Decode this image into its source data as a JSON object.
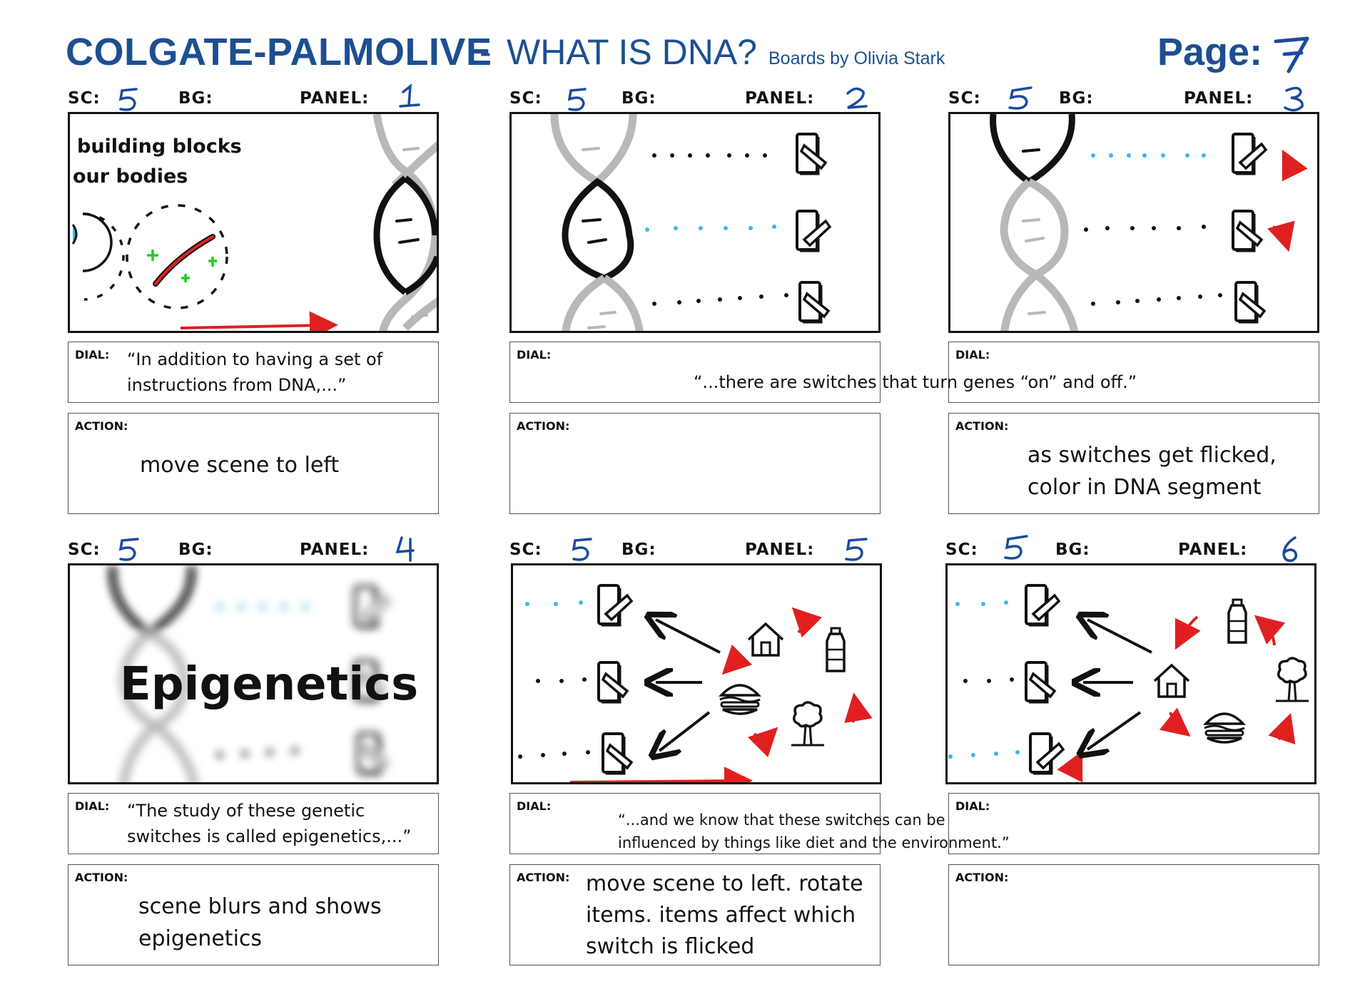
{
  "header": {
    "brand": "COLGATE-PALMOLIVE",
    "separator": "-",
    "subtitle": "WHAT IS DNA?",
    "byline": "Boards by Olivia Stark",
    "page_label": "Page:",
    "page_number": "7"
  },
  "labels": {
    "sc": "SC:",
    "bg": "BG:",
    "panel": "PANEL:",
    "dial": "DIAL:",
    "action": "ACTION:"
  },
  "panels": [
    {
      "sc": "5",
      "panel": "1",
      "frame_text": [
        "building blocks",
        "our bodies"
      ],
      "dial": [
        "“In addition to having a set of",
        "instructions from DNA,...”"
      ],
      "action": [
        "move scene to left"
      ]
    },
    {
      "sc": "5",
      "panel": "2",
      "dial": [
        "“...there are switches that turn genes “on” and off.”"
      ],
      "action": []
    },
    {
      "sc": "5",
      "panel": "3",
      "dial": [],
      "action": [
        "as switches get flicked,",
        "color in DNA segment"
      ]
    },
    {
      "sc": "5",
      "panel": "4",
      "frame_text": [
        "Epigenetics"
      ],
      "dial": [
        "“The study of these genetic",
        "switches is called epigenetics,...”"
      ],
      "action": [
        "scene blurs and shows",
        "epigenetics"
      ]
    },
    {
      "sc": "5",
      "panel": "5",
      "dial": [
        "“...and we know that these switches can be",
        "influenced by things like diet and the environment.”"
      ],
      "action": [
        "move scene to left. rotate",
        "items. items affect which",
        "switch is flicked"
      ]
    },
    {
      "sc": "5",
      "panel": "6",
      "dial": [],
      "action": []
    }
  ],
  "colors": {
    "brand": "#1d4f91",
    "handwriting": "#1a4aa0",
    "accent_red": "#e02020",
    "dots_blue": "#3bb8e8",
    "green": "#22cc22",
    "grey": "#b8b8b8"
  }
}
